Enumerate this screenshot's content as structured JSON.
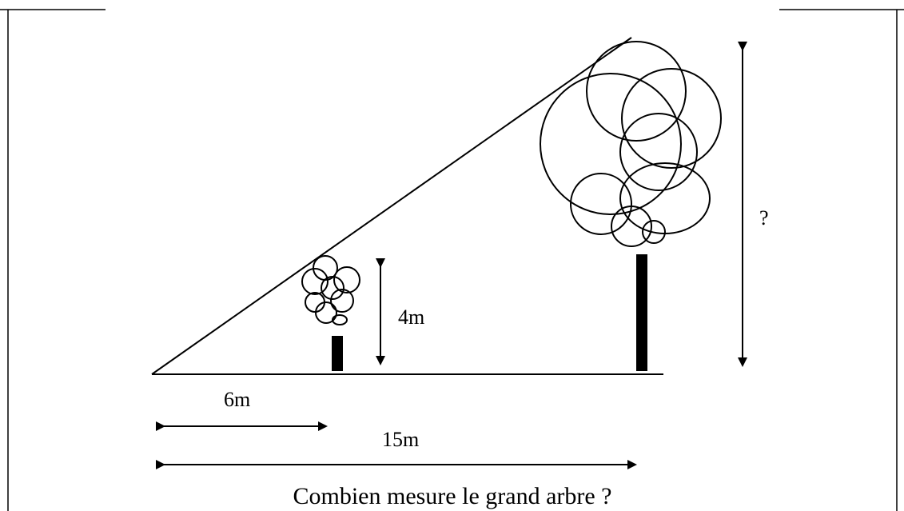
{
  "diagram": {
    "labels": {
      "small_tree_height": "4m",
      "big_tree_height": "?",
      "dist_small": "6m",
      "dist_big": "15m"
    },
    "question": "Combien mesure le grand arbre ?",
    "colors": {
      "stroke": "#000000",
      "background": "#ffffff"
    }
  }
}
